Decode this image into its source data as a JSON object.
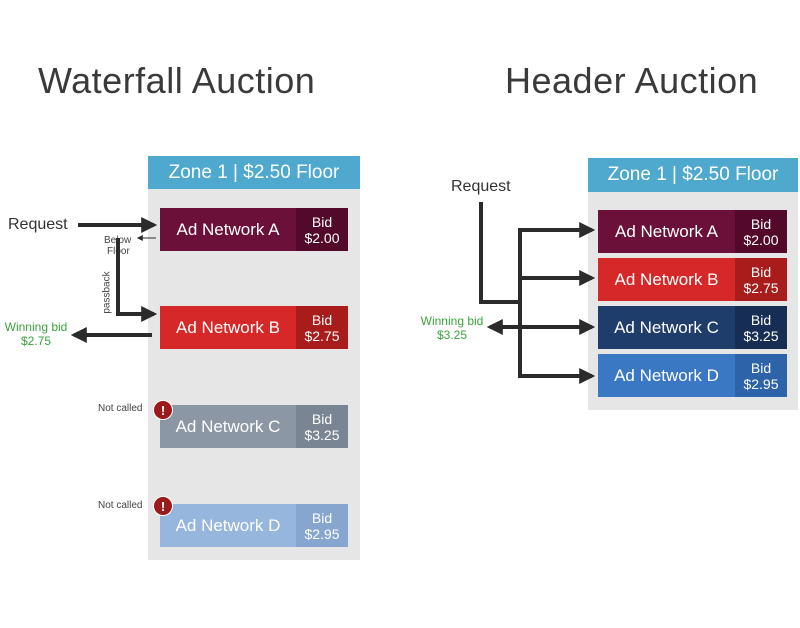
{
  "waterfall": {
    "title": "Waterfall Auction",
    "zone": "Zone 1 | $2.50 Floor",
    "request_label": "Request",
    "below_floor_label_1": "Below",
    "below_floor_label_2": "Floor",
    "passback_label": "passback",
    "winning_label": "Winning bid",
    "winning_value": "$2.75",
    "not_called_label": "Not called",
    "networks": [
      {
        "name": "Ad Network A",
        "bid_label": "Bid",
        "bid": "$2.00"
      },
      {
        "name": "Ad Network B",
        "bid_label": "Bid",
        "bid": "$2.75"
      },
      {
        "name": "Ad Network C",
        "bid_label": "Bid",
        "bid": "$3.25"
      },
      {
        "name": "Ad Network D",
        "bid_label": "Bid",
        "bid": "$2.95"
      }
    ]
  },
  "header": {
    "title": "Header Auction",
    "zone": "Zone 1 | $2.50 Floor",
    "request_label": "Request",
    "winning_label": "Winning bid",
    "winning_value": "$3.25",
    "networks": [
      {
        "name": "Ad Network A",
        "bid_label": "Bid",
        "bid": "$2.00"
      },
      {
        "name": "Ad Network B",
        "bid_label": "Bid",
        "bid": "$2.75"
      },
      {
        "name": "Ad Network C",
        "bid_label": "Bid",
        "bid": "$3.25"
      },
      {
        "name": "Ad Network D",
        "bid_label": "Bid",
        "bid": "$2.95"
      }
    ]
  },
  "alert_glyph": "!",
  "colors": {
    "zone_header": "#4fa9cf",
    "network_a": "#6b1038",
    "network_a_bid": "#530a2a",
    "network_b": "#d62828",
    "network_b_bid": "#a81c1c",
    "network_c": "#1f3d6b",
    "network_c_bid": "#162e54",
    "network_d": "#3a78c4",
    "network_d_bid": "#2d63a8",
    "disabled_c": "#8c97a6",
    "disabled_c_bid": "#7a8594",
    "disabled_d": "#97b6de",
    "disabled_d_bid": "#86a6d0",
    "winning": "#3aa43a"
  }
}
